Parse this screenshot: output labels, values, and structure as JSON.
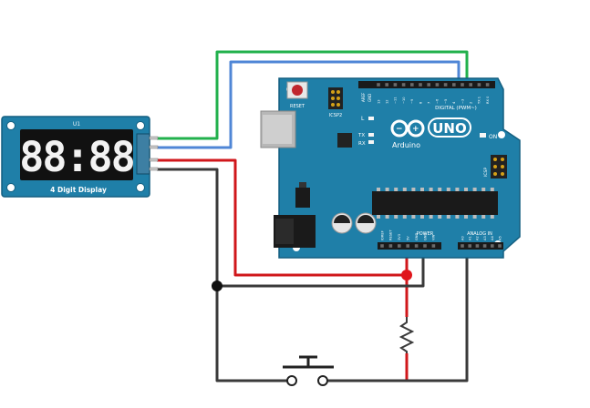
{
  "display_module": {
    "label_top": "U1",
    "digits": "88:88",
    "label_bottom": "4 Digit  Display"
  },
  "arduino": {
    "brand": "Arduino",
    "model": "UNO",
    "reset_label": "RESET",
    "icsp2_label": "ICSP2",
    "icsp_label": "ICSP",
    "digital_label": "DIGITAL (PWM~)",
    "power_label": "POWER",
    "analog_label": "ANALOG IN",
    "on_label": "ON",
    "led_l": "L",
    "led_tx": "TX",
    "led_rx": "RX",
    "aref": "AREF",
    "gnd": "GND",
    "digital_pins": [
      "13",
      "12",
      "~11",
      "~10",
      "~9",
      "8",
      "7",
      "~6",
      "~5",
      "4",
      "~3",
      "2",
      "TX 1",
      "RX 0"
    ],
    "power_pins": [
      "IOREF",
      "RESET",
      "3V3",
      "5V",
      "GND",
      "GND",
      "VIN"
    ],
    "analog_pins": [
      "A0",
      "A1",
      "A2",
      "A3",
      "A4",
      "A5"
    ]
  },
  "colors": {
    "board": "#1f7fa8",
    "board_edge": "#145f80",
    "wire_green": "#22b14c",
    "wire_blue": "#4f86d6",
    "wire_red": "#d0171b",
    "wire_dark": "#3a3a3a"
  }
}
